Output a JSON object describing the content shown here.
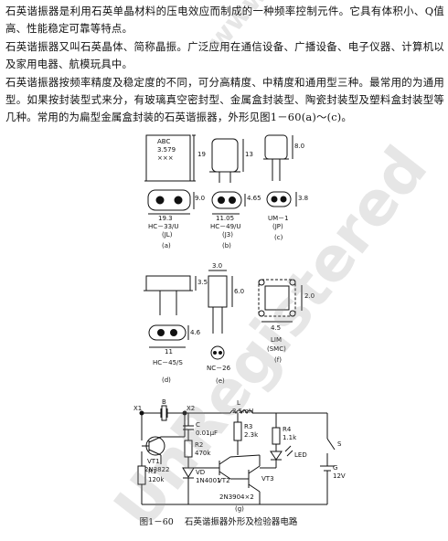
{
  "text": {
    "p1": "石英谐振器是利用石英单晶材料的压电效应而制成的一种频率控制元件。它具有体积小、Q值高、性能稳定可靠等特点。",
    "p2": "石英谐振器又叫石英晶体、简称晶振。广泛应用在通信设备、广播设备、电子仪器、计算机以及家用电器、航模玩具中。",
    "p3": "石英谐振器按频率精度及稳定度的不同，可分高精度、中精度和通用型三种。最常用的为通用型。如果按封装型式来分，有玻璃真空密封型、金属盒封装型、陶瓷封装型及塑料盒封装型等几种。常用的为扁型金属盒封装的石英谐振器，外形见图1－60(a)～(c)。"
  },
  "figures": {
    "a": {
      "marking": [
        "ABC",
        "3.579",
        "×××"
      ],
      "dim_height": "19",
      "dim_width": "19.3",
      "dim_base": "9.0",
      "model": "HC－33/U",
      "code": "(JL)",
      "tag": "(a)"
    },
    "b": {
      "dim_height": "13",
      "dim_width": "11.05",
      "dim_base": "4.65",
      "model": "HC－49/U",
      "code": "(J3)",
      "tag": "(b)"
    },
    "c": {
      "dim_height": "8.0",
      "dim_base": "3.8",
      "model": "UM－1",
      "code": "(JP)",
      "tag": "(c)"
    },
    "d": {
      "dim_height": "3.5",
      "dim_width": "11",
      "dim_base": "4.6",
      "model": "HC－45/S",
      "tag": "(d)"
    },
    "e": {
      "dim_top": "3.0",
      "dim_height": "6.0",
      "model": "NC－26",
      "tag": "(e)"
    },
    "f": {
      "dim_side": "2.0",
      "dim_bottom": "4.5",
      "model": "LIM",
      "code": "(SMC)",
      "tag": "(f)"
    }
  },
  "circuit": {
    "x1": "X1",
    "x2": "X2",
    "b": "B",
    "vt1": "VT1",
    "vt1_part": "2N3822",
    "r1": "R1",
    "r1_val": "120k",
    "c": "C",
    "c_val": "0.01μF",
    "r2": "R2",
    "r2_val": "470k",
    "l": "L",
    "l_val": "2.5mH",
    "r3": "R3",
    "r3_val": "2.3k",
    "r4": "R4",
    "r4_val": "1.1k",
    "led": "LED",
    "vd": "VD",
    "vd_part": "1N4001",
    "vt2": "VT2",
    "vt3": "VT3",
    "vt23_part": "2N3904×2",
    "s": "S",
    "g": "G",
    "g_val": "12V",
    "tag": "(g)"
  },
  "caption": {
    "number": "图1－60",
    "title": "石英谐振器外形及检验器电路"
  },
  "watermark": {
    "small": "www.elecfans.com",
    "large": "UnRegistered"
  }
}
